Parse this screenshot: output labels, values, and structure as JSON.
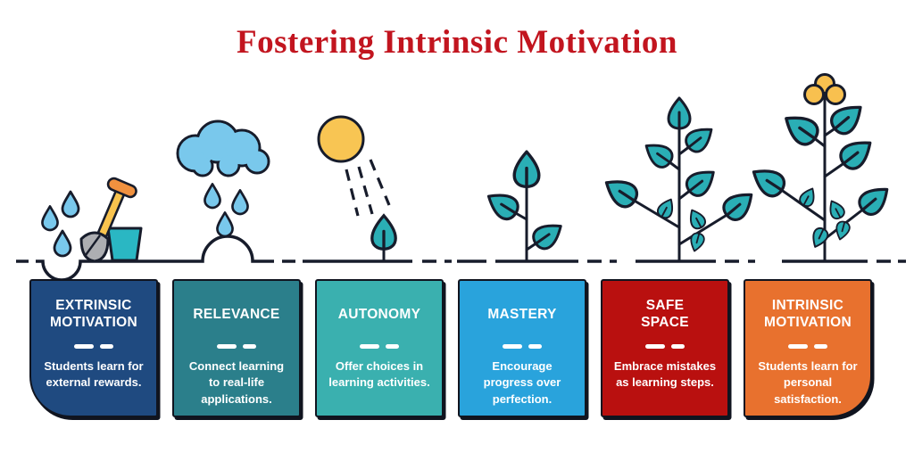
{
  "title": "Fostering Intrinsic Motivation",
  "palette": {
    "title_red": "#c2151f",
    "outline": "#171c2b",
    "leaf": "#2aaeb5",
    "water": "#79c8ec",
    "sun": "#f8c553",
    "flower": "#f8c04f",
    "bucket": "#2ab7c3",
    "handle": "#f8c34e",
    "grip": "#f0913f",
    "blade": "#adaeb2"
  },
  "cards": [
    {
      "title": "EXTRINSIC MOTIVATION",
      "body": "Students learn for external rewards.",
      "color": "#1f4a80",
      "illustration": "shovel-and-bucket"
    },
    {
      "title": "RELEVANCE",
      "body": "Connect learning to real-life applications.",
      "color": "#2b7f8b",
      "illustration": "rain-cloud-over-mound"
    },
    {
      "title": "AUTONOMY",
      "body": "Offer choices in learning activities.",
      "color": "#3ab0af",
      "illustration": "sun-shining-on-sprout"
    },
    {
      "title": "MASTERY",
      "body": "Encourage progress over perfection.",
      "color": "#29a3dc",
      "illustration": "young-plant"
    },
    {
      "title": "SAFE SPACE",
      "body": "Embrace mistakes as learning steps.",
      "color": "#b9100f",
      "illustration": "growing-plant"
    },
    {
      "title": "INTRINSIC MOTIVATION",
      "body": "Students learn for personal satisfaction.",
      "color": "#e8712e",
      "illustration": "flowering-plant"
    }
  ]
}
